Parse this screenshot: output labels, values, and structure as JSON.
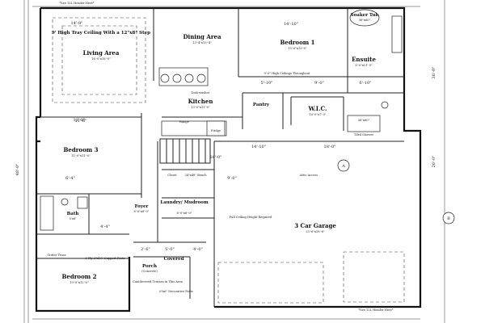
{
  "rooms": {
    "living": {
      "name": "Living Area",
      "dims": "16'-0\"x18'-0\"",
      "ceiling": "9' High Tray Ceiling With a 12\"x8\" Step",
      "width": "14'-8\""
    },
    "dining": {
      "name": "Dining Area",
      "dims": "13'-4\"x13'-4\""
    },
    "bedroom1": {
      "name": "Bedroom 1",
      "dims": "15'-0\"x13'-0\"",
      "width": "14'-10\"",
      "ceiling_note": "9'-0\" High Ceilings Throughout"
    },
    "ensuite": {
      "name": "Ensuite",
      "dims": "8'-0\"x11'-0\"",
      "tub": "Soaker Tub",
      "tub_size": "36\"x60\""
    },
    "kitchen": {
      "name": "Kitchen",
      "dims": "13'-0\"x11'-0\"",
      "dishwasher": "Dish-washer"
    },
    "pantry": {
      "name": "Pantry"
    },
    "wic": {
      "name": "W.I.C.",
      "dims": "10'-0\"x7'-0\""
    },
    "fridge": {
      "name": "Fridge"
    },
    "range": {
      "name": "Range"
    },
    "bedroom3": {
      "name": "Bedroom 3",
      "dims": "11'-0\"x11'-0\"",
      "width": "11'-8\""
    },
    "closet": {
      "name": "Closet"
    },
    "bench": {
      "name": "24\"x48\" Bench"
    },
    "laundry": {
      "name": "Laundry/ Mudroom",
      "dims": "8'-0\"x8'-0\""
    },
    "foyer": {
      "name": "Foyer",
      "dims": "6'-0\"x8'-0\""
    },
    "bath": {
      "name": "Bath",
      "dims": "5'x8'"
    },
    "garage": {
      "name": "3 Car Garage",
      "dims": "23'-6\"x28'-6\"",
      "attic": "Attic Access",
      "ceiling": "Full Ceiling Height Required"
    },
    "bedroom2": {
      "name": "Bedroom 2",
      "dims": "10'-0\"x12'-0\""
    },
    "porch": {
      "name": "Porch",
      "sub": "(Concrete)"
    },
    "covered": {
      "name": "Covered"
    },
    "notes": {
      "girder": "Girder Truss",
      "support": "3 Ply 2\"x10\" Support Posts",
      "cantilever": "Cantilevered Trusses in This Area",
      "posts": "6\"x6\" Decorative Posts",
      "header_top": "*See 12L Header Here*",
      "header_bottom": "*See 12L Header Here*",
      "shower": "Tiled Shower",
      "shower_size": "36\"x60\""
    }
  },
  "dimensions": {
    "d1": "5'-10\"",
    "d2": "9'-0\"",
    "d3": "6'-10\"",
    "d4": "11'-8\"",
    "d5": "16'-0\"",
    "d6": "6'-4\"",
    "d7": "18'-0\"",
    "d8": "9'-0\"",
    "d9": "14'-10\"",
    "d10": "36'-0\"",
    "d11": "48'-0\"",
    "d12": "26'-0\"",
    "d13": "4'-4\"",
    "d14": "5'-0\"",
    "d15": "2'-6\"",
    "d16": "4'-0\""
  },
  "markers": {
    "a": "A",
    "b": "B"
  }
}
